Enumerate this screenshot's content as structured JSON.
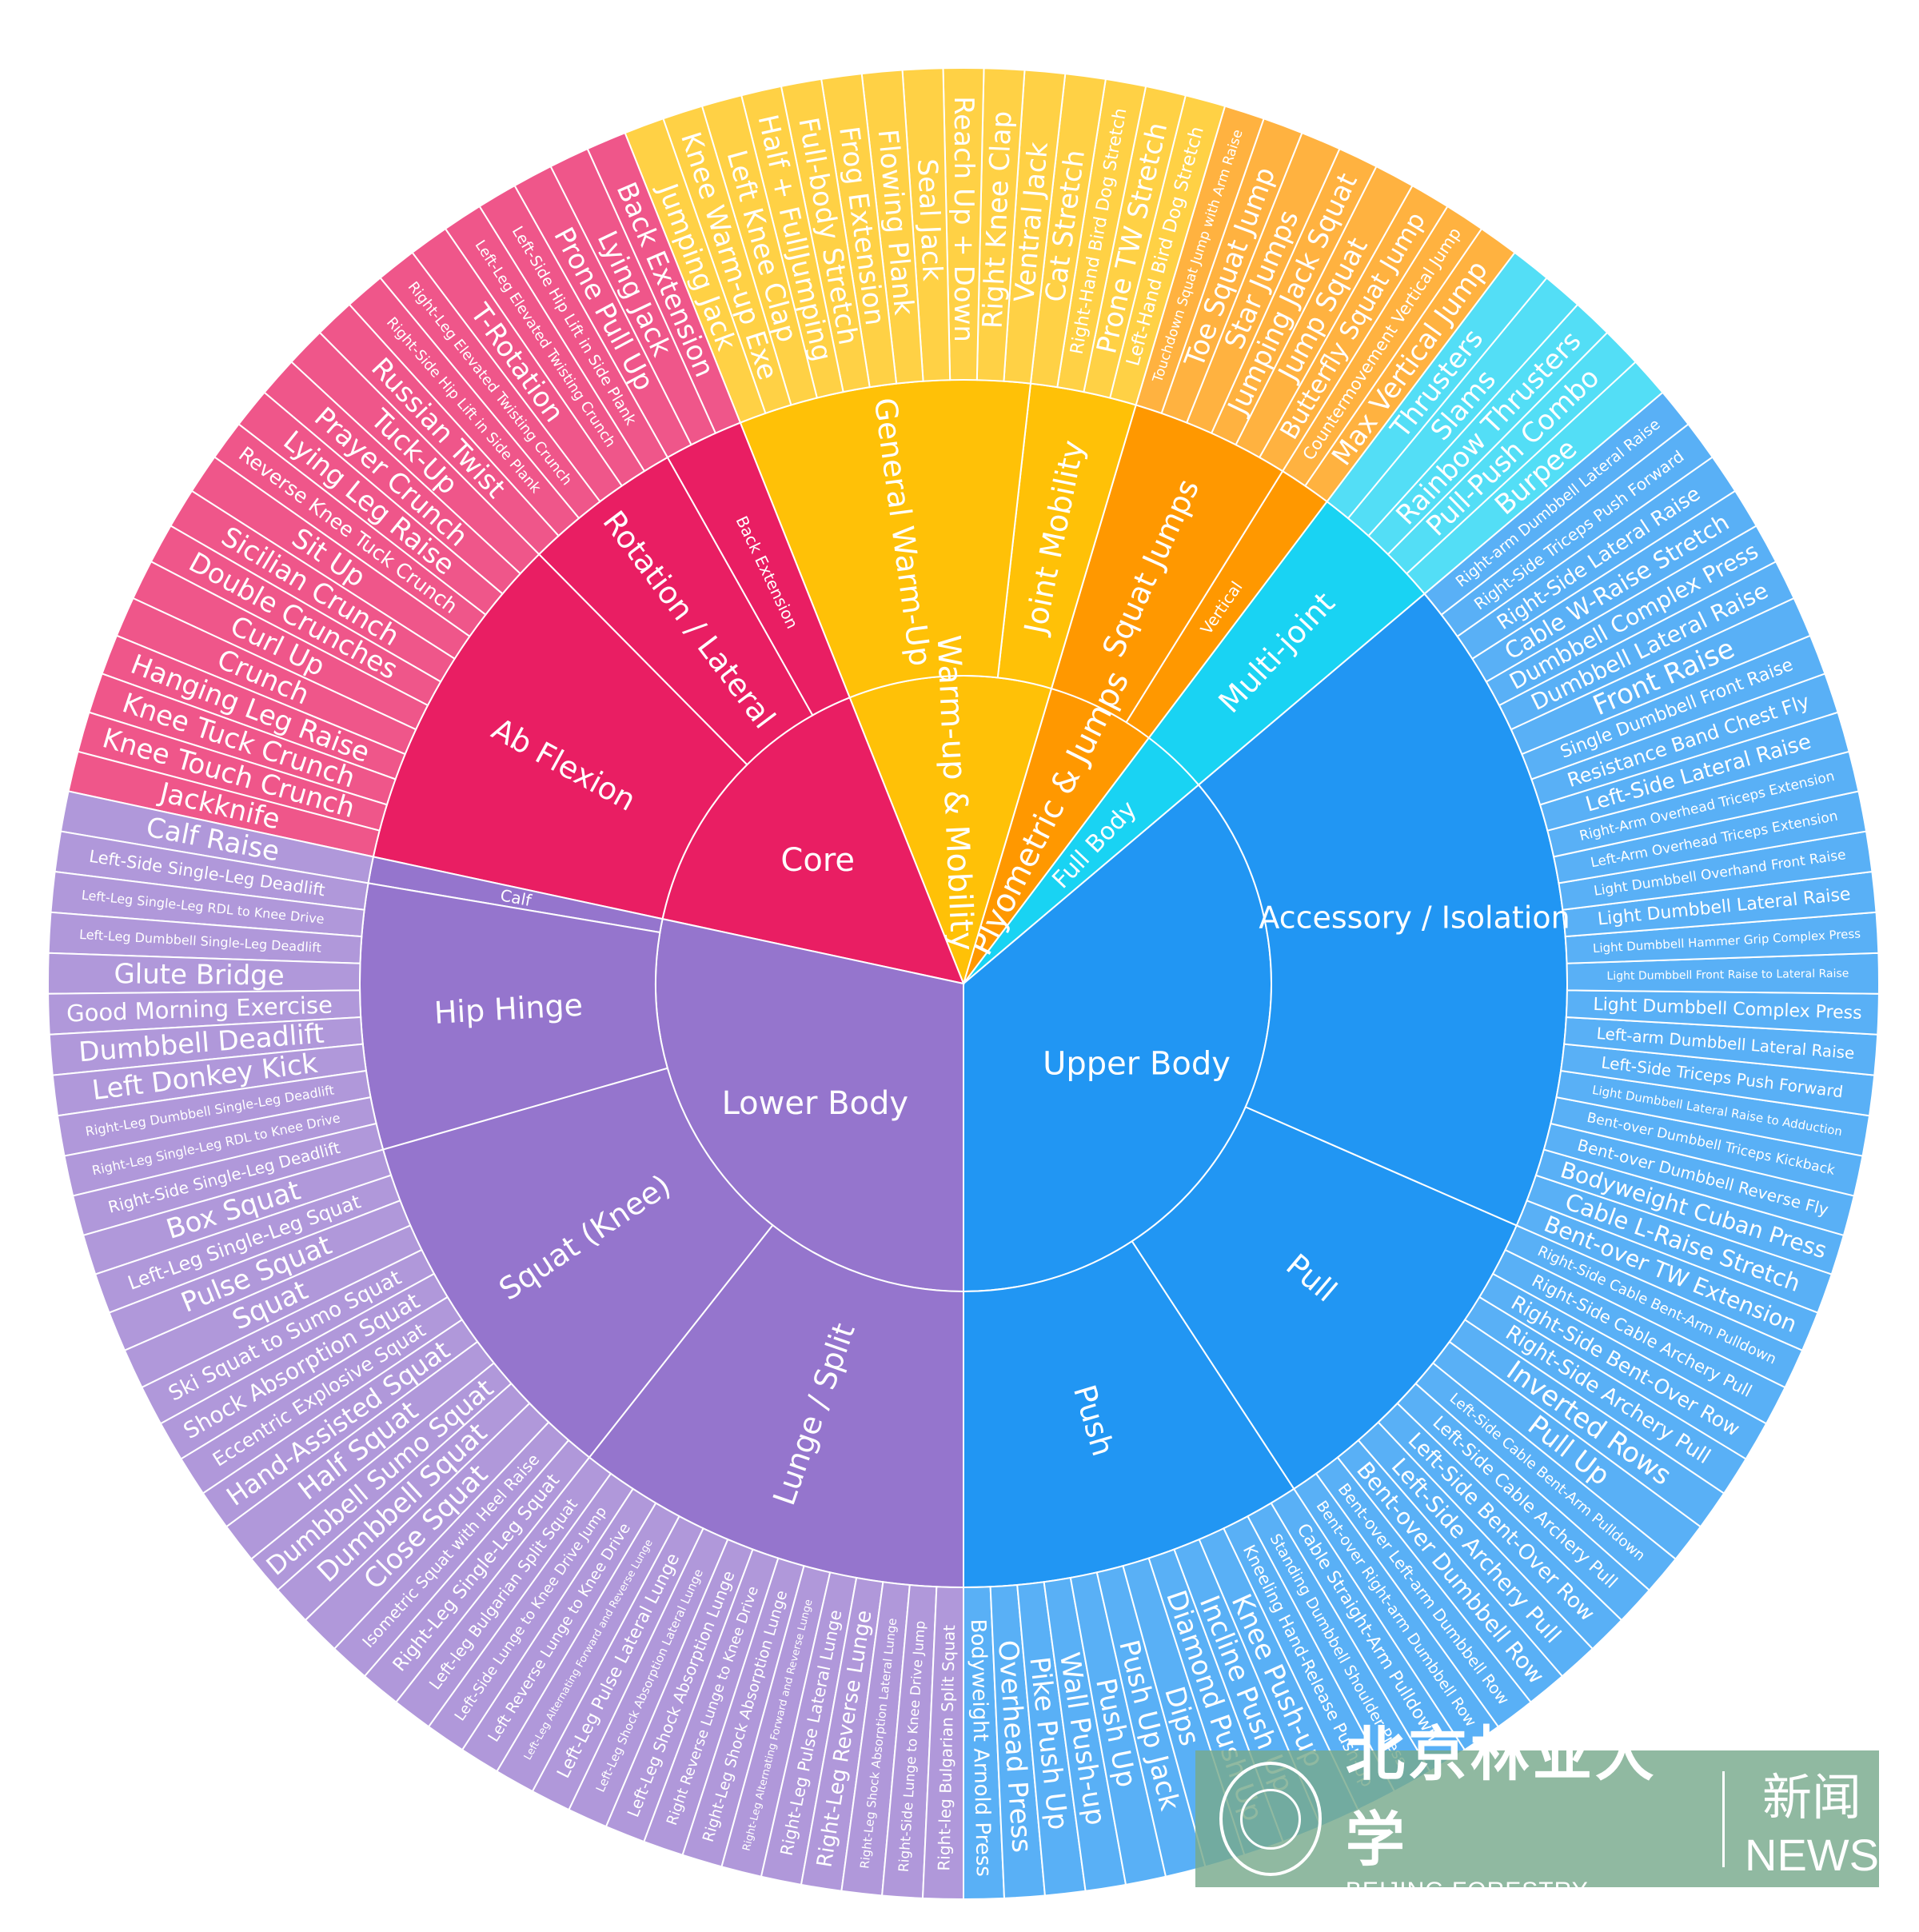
{
  "chart_data": {
    "type": "sunburst",
    "title": "",
    "center_label": "",
    "colors": {
      "Upper Body": "#2196f3",
      "Lower Body": "#9575cd",
      "Core": "#e91e63",
      "Warm-up & Mobility": "#ffc107",
      "Plyometric & Jumps": "#ff9800",
      "Full Body": "#19d3f3"
    },
    "tree": [
      {
        "name": "Upper Body",
        "children": [
          {
            "name": "Push",
            "children": [
              "Bodyweight Arnold Press",
              "Overhead Press",
              "Pike Push Up",
              "Wall Push-up",
              "Push Up",
              "Push Up Jack",
              "Dips",
              "Diamond Push Up",
              "Incline Push Up",
              "Knee Push-up",
              "Kneeling Hand-Release Push-Up",
              "Standing Dumbbell Shoulder Press",
              "Cable Straight-Arm Pulldown"
            ]
          },
          {
            "name": "Pull",
            "children": [
              "Bent-over Right-arm Dumbbell Row",
              "Bent-over Left-arm Dumbbell Row",
              "Bent-over Dumbbell Row",
              "Left-Side Archery Pull",
              "Left-Side Bent-Over Row",
              "Left-Side Cable Archery Pull",
              "Left-Side Cable Bent-Arm Pulldown",
              "Pull Up",
              "Inverted Rows",
              "Right-Side Archery Pull",
              "Right-Side Bent-Over Row",
              "Right-Side Cable Archery Pull",
              "Right-Side Cable Bent-Arm Pulldown"
            ]
          },
          {
            "name": "Accessory / Isolation",
            "children": [
              "Bent-over TW Extension",
              "Cable L-Raise Stretch",
              "Bodyweight Cuban Press",
              "Bent-over Dumbbell Reverse Fly",
              "Bent-over Dumbbell Triceps Kickback",
              "Light Dumbbell Lateral Raise to Adduction",
              "Left-Side Triceps Push Forward",
              "Left-arm Dumbbell Lateral Raise",
              "Light Dumbbell Complex Press",
              "Light Dumbbell Front Raise to Lateral Raise",
              "Light Dumbbell Hammer Grip Complex Press",
              "Light Dumbbell Lateral Raise",
              "Light Dumbbell Overhand Front Raise",
              "Left-Arm Overhead Triceps Extension",
              "Right-Arm Overhead Triceps Extension",
              "Left-Side Lateral Raise",
              "Resistance Band Chest Fly",
              "Single Dumbbell Front Raise",
              "Front Raise",
              "Dumbbell Lateral Raise",
              "Dumbbell Complex Press",
              "Cable W-Raise Stretch",
              "Right-Side Lateral Raise",
              "Right-Side Triceps Push Forward",
              "Right-arm Dumbbell Lateral Raise"
            ]
          }
        ]
      },
      {
        "name": "Full Body",
        "children": [
          {
            "name": "Multi-joint",
            "children": [
              "Burpee",
              "Pull-Push Combo",
              "Rainbow Thrusters",
              "Slams",
              "Thrusters"
            ]
          }
        ]
      },
      {
        "name": "Plyometric & Jumps",
        "children": [
          {
            "name": "Vertical",
            "children": [
              "Max Vertical Jump",
              "Countermovement Vertical Jump"
            ]
          },
          {
            "name": "Squat Jumps",
            "children": [
              "Butterfly Squat Jump",
              "Jump Squat",
              "Jumping Jack Squat",
              "Star Jumps",
              "Toe Squat Jump",
              "Touchdown Squat Jump with Arm Raise"
            ]
          }
        ]
      },
      {
        "name": "Warm-up & Mobility",
        "children": [
          {
            "name": "Joint Mobility",
            "children": [
              "Left-Hand Bird Dog Stretch",
              "Prone TW Stretch",
              "Right-Hand Bird Dog Stretch",
              "Cat Stretch"
            ]
          },
          {
            "name": "General Warm-Up",
            "children": [
              "Ventral Jack",
              "Right Knee Clap",
              "Reach Up + Down",
              "Seal Jack",
              "Flowing Plank",
              "Frog Extension",
              "Full-body Stretch",
              "Half + FullJumping",
              "Left Knee Clap",
              "Knee Warm-up Exe",
              "Jumping Jack"
            ]
          }
        ]
      },
      {
        "name": "Core",
        "children": [
          {
            "name": "Back Extension",
            "children": [
              "Back Extension",
              "Lying Jack",
              "Prone Pull Up"
            ]
          },
          {
            "name": "Rotation / Lateral",
            "children": [
              "Left-Side Hip Lift in Side Plank",
              "Left-Leg Elevated Twisting Crunch",
              "T-Rotation",
              "Right-Leg Elevated Twisting Crunch",
              "Right-Side Hip Lift in Side Plank",
              "Russian Twist"
            ]
          },
          {
            "name": "Ab Flexion",
            "children": [
              "Tuck-Up",
              "Prayer Crunch",
              "Lying Leg Raise",
              "Reverse Knee Tuck Crunch",
              "Sit Up",
              "Sicilian Crunch",
              "Double Crunches",
              "Curl Up",
              "Crunch",
              "Hanging Leg Raise",
              "Knee Tuck Crunch",
              "Knee Touch Crunch",
              "Jackknife"
            ]
          }
        ]
      },
      {
        "name": "Lower Body",
        "children": [
          {
            "name": "Calf",
            "children": [
              "Calf Raise"
            ]
          },
          {
            "name": "Hip Hinge",
            "children": [
              "Left-Side Single-Leg Deadlift",
              "Left-Leg Single-Leg RDL to Knee Drive",
              "Left-Leg Dumbbell Single-Leg Deadlift",
              "Glute Bridge",
              "Good Morning Exercise",
              "Dumbbell Deadlift",
              "Left Donkey Kick",
              "Right-Leg Dumbbell Single-Leg Deadlift",
              "Right-Leg Single-Leg RDL to Knee Drive",
              "Right-Side Single-Leg Deadlift"
            ]
          },
          {
            "name": "Squat (Knee)",
            "children": [
              "Box Squat",
              "Left-Leg Single-Leg Squat",
              "Pulse Squat",
              "Squat",
              "Ski Squat to Sumo Squat",
              "Shock Absorption Squat",
              "Eccentric Explosive Squat",
              "Hand-Assisted Squat",
              "Half Squat",
              "Dumbbell Sumo Squat",
              "Dumbbell Squat",
              "Close Squat",
              "Isometric Squat with Heel Raise",
              "Right-Leg Single-Leg Squat"
            ]
          },
          {
            "name": "Lunge / Split",
            "children": [
              "Left-leg Bulgarian Split Squat",
              "Left-Side Lunge to Knee Drive Jump",
              "Left Reverse Lunge to Knee Drive",
              "Left-Leg Alternating Forward and Reverse Lunge",
              "Left-Leg Pulse Lateral Lunge",
              "Left-Leg Shock Absorption Lateral Lunge",
              "Left-Leg Shock Absorption Lunge",
              "Right Reverse Lunge to Knee Drive",
              "Right-Leg Shock Absorption Lunge",
              "Right-Leg Alternating Forward and Reverse Lunge",
              "Right-Leg Pulse Lateral Lunge",
              "Right-Leg Reverse Lunge",
              "Right-Leg Shock Absorption Lateral Lunge",
              "Right-Side Lunge to Knee Drive Jump",
              "Right-leg Bulgarian Split Squat"
            ]
          }
        ]
      }
    ]
  },
  "watermark": {
    "cn": "北京林业大学",
    "en": "BEIJING FORESTRY UNIVERSITY",
    "news_cn": "新闻",
    "news_en": "NEWS"
  }
}
